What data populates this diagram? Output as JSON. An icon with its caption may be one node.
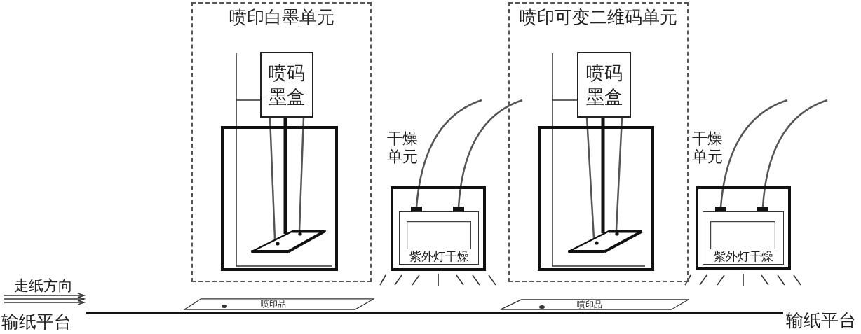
{
  "diagram": {
    "nodes": [
      {
        "text": [
          "喷印白墨单元"
        ]
      },
      {
        "text": [
          "喷码墨盒"
        ],
        "in": 0
      },
      {
        "text": [],
        "shape": "box",
        "in": 0
      },
      {
        "text": [],
        "shape": "parallelogram",
        "in": 2
      },
      {
        "text": [
          "干燥单元"
        ]
      },
      {
        "text": [
          "紫外灯干燥"
        ],
        "in": 4
      },
      {
        "text": [
          "喷印可变二维码单元"
        ]
      },
      {
        "text": [
          "喷码墨盒"
        ],
        "in": 6
      },
      {
        "text": [],
        "shape": "box",
        "in": 6
      },
      {
        "text": [],
        "shape": "parallelogram",
        "in": 8
      },
      {
        "text": [
          "干燥单元"
        ]
      },
      {
        "text": [
          "紫外灯干燥"
        ],
        "in": 10
      },
      {
        "text": [
          "喷印品"
        ]
      },
      {
        "text": [
          "喷印品"
        ]
      }
    ],
    "edges": [
      {
        "from": 1,
        "to": 3,
        "arrow": "none"
      },
      {
        "from": 1,
        "to": 3,
        "arrow": "none",
        "style": "thick"
      },
      {
        "from": 1,
        "to": 3,
        "arrow": "none"
      },
      {
        "from": 7,
        "to": 9,
        "arrow": "none"
      },
      {
        "from": 7,
        "to": 9,
        "arrow": "none",
        "style": "thick"
      },
      {
        "from": 7,
        "to": 9,
        "arrow": "none"
      }
    ],
    "labels": [
      "走纸方向",
      "输纸平台",
      "输纸平台"
    ]
  }
}
